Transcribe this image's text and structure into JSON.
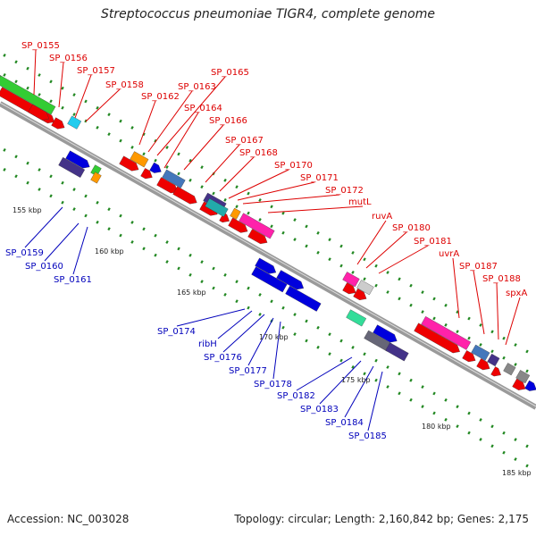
{
  "title": "Streptococcus pneumoniae TIGR4, complete genome",
  "footer": {
    "accession": "Accession: NC_003028",
    "summary": "Topology: circular; Length: 2,160,842 bp; Genes: 2,175"
  },
  "colors": {
    "forward_cds": "#ee0000",
    "reverse_cds": "#0000dd",
    "backbone": "#999999",
    "gc_dots": "#228822",
    "label_red": "#dd0000",
    "label_blue": "#0000bb"
  },
  "scale_ticks": [
    "155 kbp",
    "160 kbp",
    "165 kbp",
    "170 kbp",
    "175 kbp",
    "180 kbp",
    "185 kbp"
  ],
  "labels_top": [
    "SP_0155",
    "SP_0156",
    "SP_0157",
    "SP_0158",
    "SP_0162",
    "SP_0163",
    "SP_0164",
    "SP_0165",
    "SP_0166",
    "SP_0167",
    "SP_0168",
    "SP_0170",
    "SP_0171",
    "SP_0172",
    "mutL",
    "ruvA",
    "SP_0180",
    "SP_0181",
    "uvrA",
    "SP_0187",
    "SP_0188",
    "spxA"
  ],
  "labels_bottom": [
    "SP_0159",
    "SP_0160",
    "SP_0161",
    "SP_0174",
    "ribH",
    "SP_0176",
    "SP_0177",
    "SP_0178",
    "SP_0182",
    "SP_0183",
    "SP_0184",
    "SP_0185"
  ]
}
